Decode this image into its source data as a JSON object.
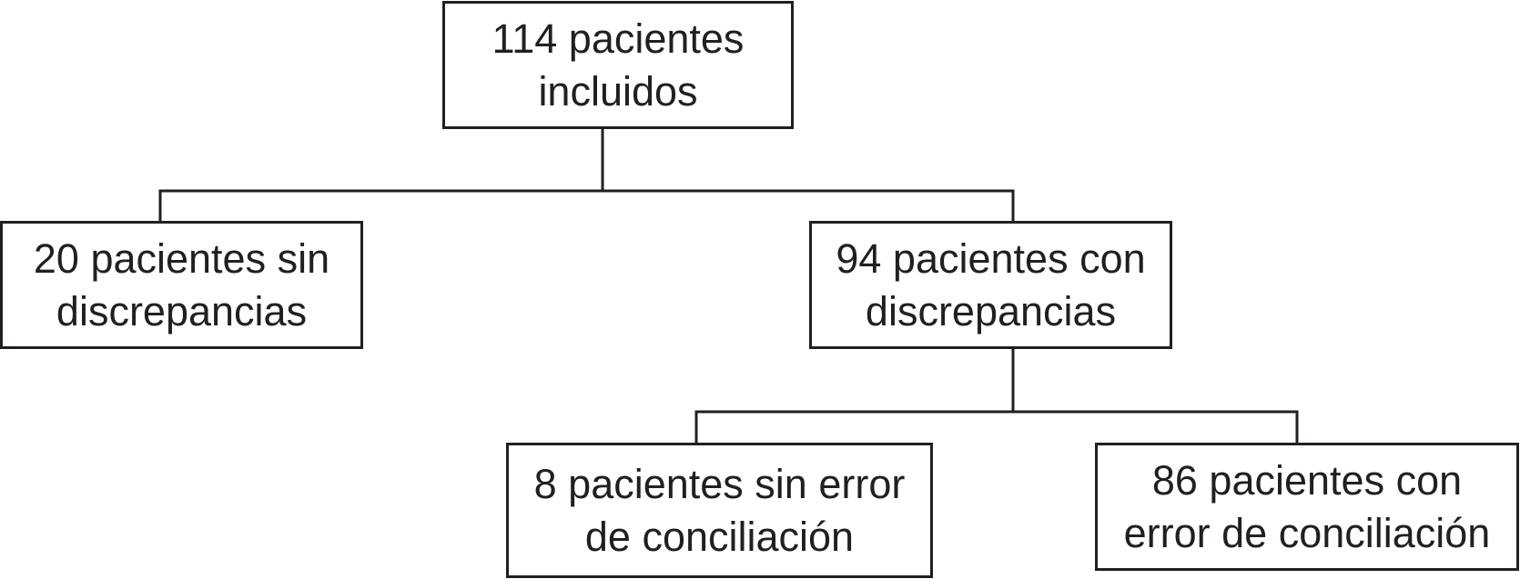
{
  "diagram": {
    "type": "flowchart-tree",
    "nodes": {
      "root": {
        "line1": "114 pacientes",
        "line2": "incluidos"
      },
      "no_discrepancies": {
        "line1": "20 pacientes sin",
        "line2": "discrepancias"
      },
      "with_discrepancies": {
        "line1": "94 pacientes con",
        "line2": "discrepancias"
      },
      "no_error": {
        "line1": "8 pacientes sin error",
        "line2": "de conciliación"
      },
      "with_error": {
        "line1": "86 pacientes con",
        "line2": "error de conciliación"
      }
    },
    "edges": [
      {
        "from": "root",
        "to": "no_discrepancies"
      },
      {
        "from": "root",
        "to": "with_discrepancies"
      },
      {
        "from": "with_discrepancies",
        "to": "no_error"
      },
      {
        "from": "with_discrepancies",
        "to": "with_error"
      }
    ]
  }
}
